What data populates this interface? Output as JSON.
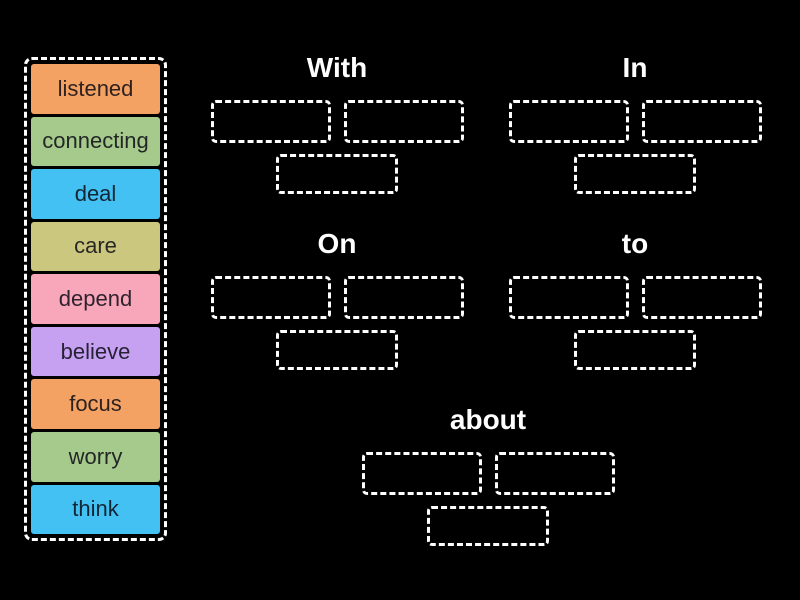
{
  "page": {
    "background": "#000000",
    "dash_color": "#ffffff",
    "header_text_color": "#ffffff"
  },
  "word_bank": {
    "items": [
      {
        "label": "listened",
        "color": "#F3A263"
      },
      {
        "label": "connecting",
        "color": "#A6CA8C"
      },
      {
        "label": "deal",
        "color": "#42C1F2"
      },
      {
        "label": "care",
        "color": "#CBC77E"
      },
      {
        "label": "depend",
        "color": "#F8A6BA"
      },
      {
        "label": "believe",
        "color": "#C6A1F2"
      },
      {
        "label": "focus",
        "color": "#F3A263"
      },
      {
        "label": "worry",
        "color": "#A6CA8C"
      },
      {
        "label": "think",
        "color": "#42C1F2"
      }
    ]
  },
  "groups": [
    {
      "label": "With",
      "slots": 3
    },
    {
      "label": "In",
      "slots": 3
    },
    {
      "label": "On",
      "slots": 3
    },
    {
      "label": "to",
      "slots": 3
    },
    {
      "label": "about",
      "slots": 3
    }
  ]
}
